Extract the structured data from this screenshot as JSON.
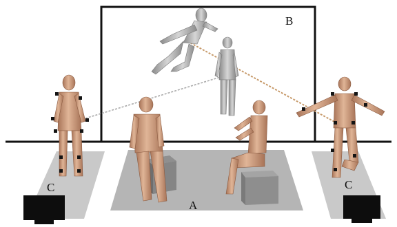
{
  "labels": {
    "a": "A",
    "b": "B",
    "c_left": "C",
    "c_right": "C"
  },
  "colors": {
    "background": "#ffffff",
    "floor_pad": "#c9c9c9",
    "center_pad": "#b3b3b3",
    "frame": "#111111",
    "skin": "#d8a98a",
    "skin_shadow": "#a87458",
    "gray_figure": "#b0b0b0",
    "marker": "#141414",
    "link_dashed": "#c79a6a",
    "link_gray": "#9a9a9a",
    "monitor": "#0d0d0d"
  },
  "icons": [
    "monitor-icon",
    "humanoid-figure-icon",
    "marker-icon"
  ]
}
